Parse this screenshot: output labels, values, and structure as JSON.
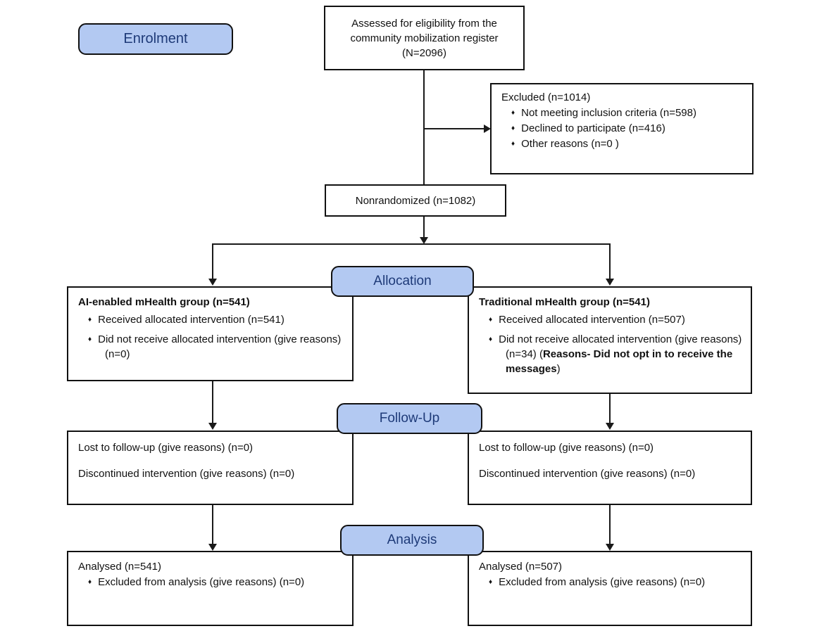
{
  "colors": {
    "stage_fill": "#b3c9f2",
    "stage_text": "#1e3a78",
    "line_color": "#1a1a1a"
  },
  "bullet_glyph": "♦",
  "stages": {
    "enrolment": "Enrolment",
    "allocation": "Allocation",
    "followup": "Follow-Up",
    "analysis": "Analysis"
  },
  "boxes": {
    "assessed": {
      "text": "Assessed for eligibility from the community mobilization register (N=2096)"
    },
    "excluded": {
      "title": "Excluded (n=1014)",
      "bullets": [
        "Not meeting inclusion criteria (n=598)",
        "Declined to participate (n=416)",
        "Other reasons (n=0 )"
      ]
    },
    "nonrandomized": {
      "text": "Nonrandomized (n=1082)"
    },
    "allocation_left": {
      "title": "AI-enabled mHealth group (n=541)",
      "bullets": [
        "Received allocated intervention (n=541)",
        "Did not receive allocated intervention (give reasons) (n=0)"
      ]
    },
    "allocation_right": {
      "title": "Traditional mHealth group (n=541)",
      "bullet1": "Received allocated intervention (n=507)",
      "bullet2_pre": "Did not receive allocated intervention (give reasons) (n=34) (",
      "bullet2_bold": "Reasons- Did not opt in to receive the messages",
      "bullet2_post": ")"
    },
    "followup_left": {
      "line1": "Lost to follow-up (give reasons) (n=0)",
      "line2": "Discontinued intervention (give reasons) (n=0)"
    },
    "followup_right": {
      "line1": "Lost to follow-up (give reasons) (n=0)",
      "line2": "Discontinued intervention (give reasons) (n=0)"
    },
    "analysis_left": {
      "title": "Analysed (n=541)",
      "bullet": "Excluded from analysis (give reasons) (n=0)"
    },
    "analysis_right": {
      "title": "Analysed (n=507)",
      "bullet": "Excluded from analysis (give reasons) (n=0)"
    }
  }
}
